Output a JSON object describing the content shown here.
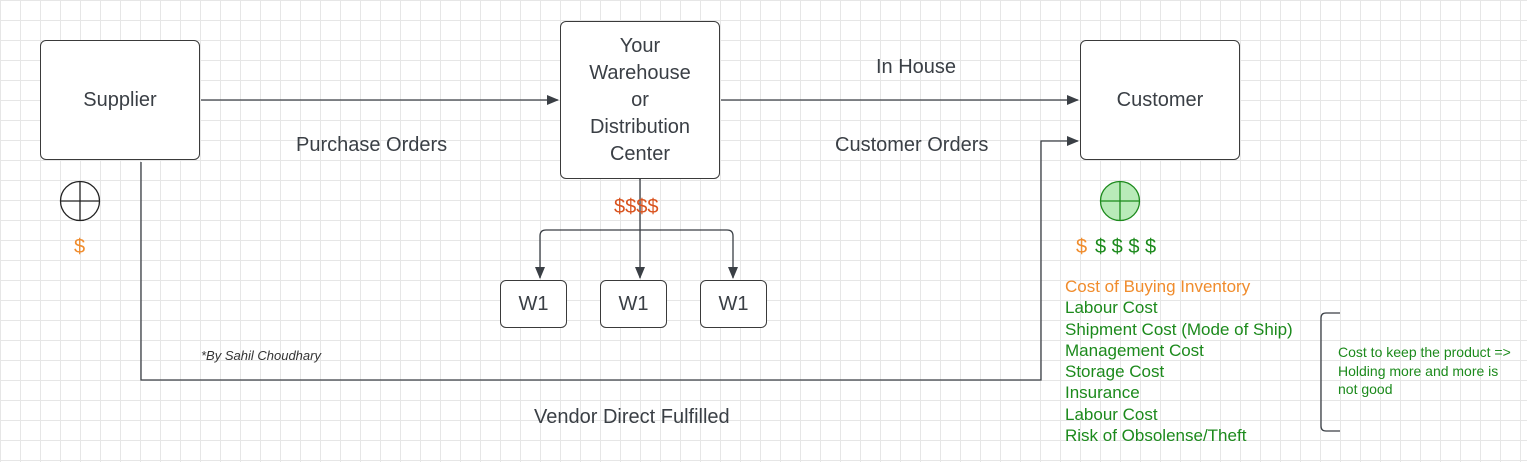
{
  "nodes": {
    "supplier": "Supplier",
    "warehouse": [
      "Your",
      "Warehouse",
      "or",
      "Distribution",
      "Center"
    ],
    "customer": "Customer",
    "w1_a": "W1",
    "w1_b": "W1",
    "w1_c": "W1"
  },
  "edges": {
    "purchase_orders": "Purchase Orders",
    "in_house": "In House",
    "customer_orders": "Customer Orders",
    "vendor_direct": "Vendor Direct Fulfilled"
  },
  "credit": "*By Sahil Choudhary",
  "dollars": {
    "supplier": "$",
    "warehouse": "$$$$",
    "customer_orange": "$",
    "customer_green": "$ $ $ $"
  },
  "costs": {
    "buying": "Cost of Buying Inventory",
    "items": [
      "Labour Cost",
      "Shipment Cost (Mode of Ship)",
      "Management Cost",
      "Storage Cost",
      "Insurance",
      "Labour Cost",
      "Risk of Obsolense/Theft"
    ]
  },
  "note": "Cost to keep the product => Holding more and more is not good",
  "colors": {
    "orange": "#f08c2c",
    "dark_orange": "#d9531e",
    "green": "#1c8a1c",
    "circle_fill": "#b9ebb9"
  },
  "icons": {
    "supplier_marker": "crosshair-circle-icon",
    "customer_marker": "crosshair-circle-icon"
  }
}
